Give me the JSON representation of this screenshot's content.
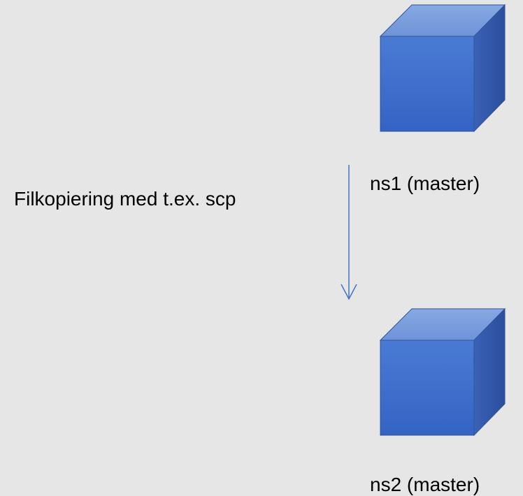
{
  "nodes": [
    {
      "id": "ns1",
      "label": "ns1 (master)"
    },
    {
      "id": "ns2",
      "label": "ns2 (master)"
    }
  ],
  "edge": {
    "from": "ns1",
    "to": "ns2",
    "label": "Filkopiering med t.ex. scp"
  },
  "colors": {
    "background": "#e7e6e6",
    "cube_front_top": "#4a7bd4",
    "cube_front_bottom": "#3563c4",
    "cube_top": "#7b9edd",
    "cube_side": "#2e52a3",
    "arrow": "#4472c4"
  }
}
